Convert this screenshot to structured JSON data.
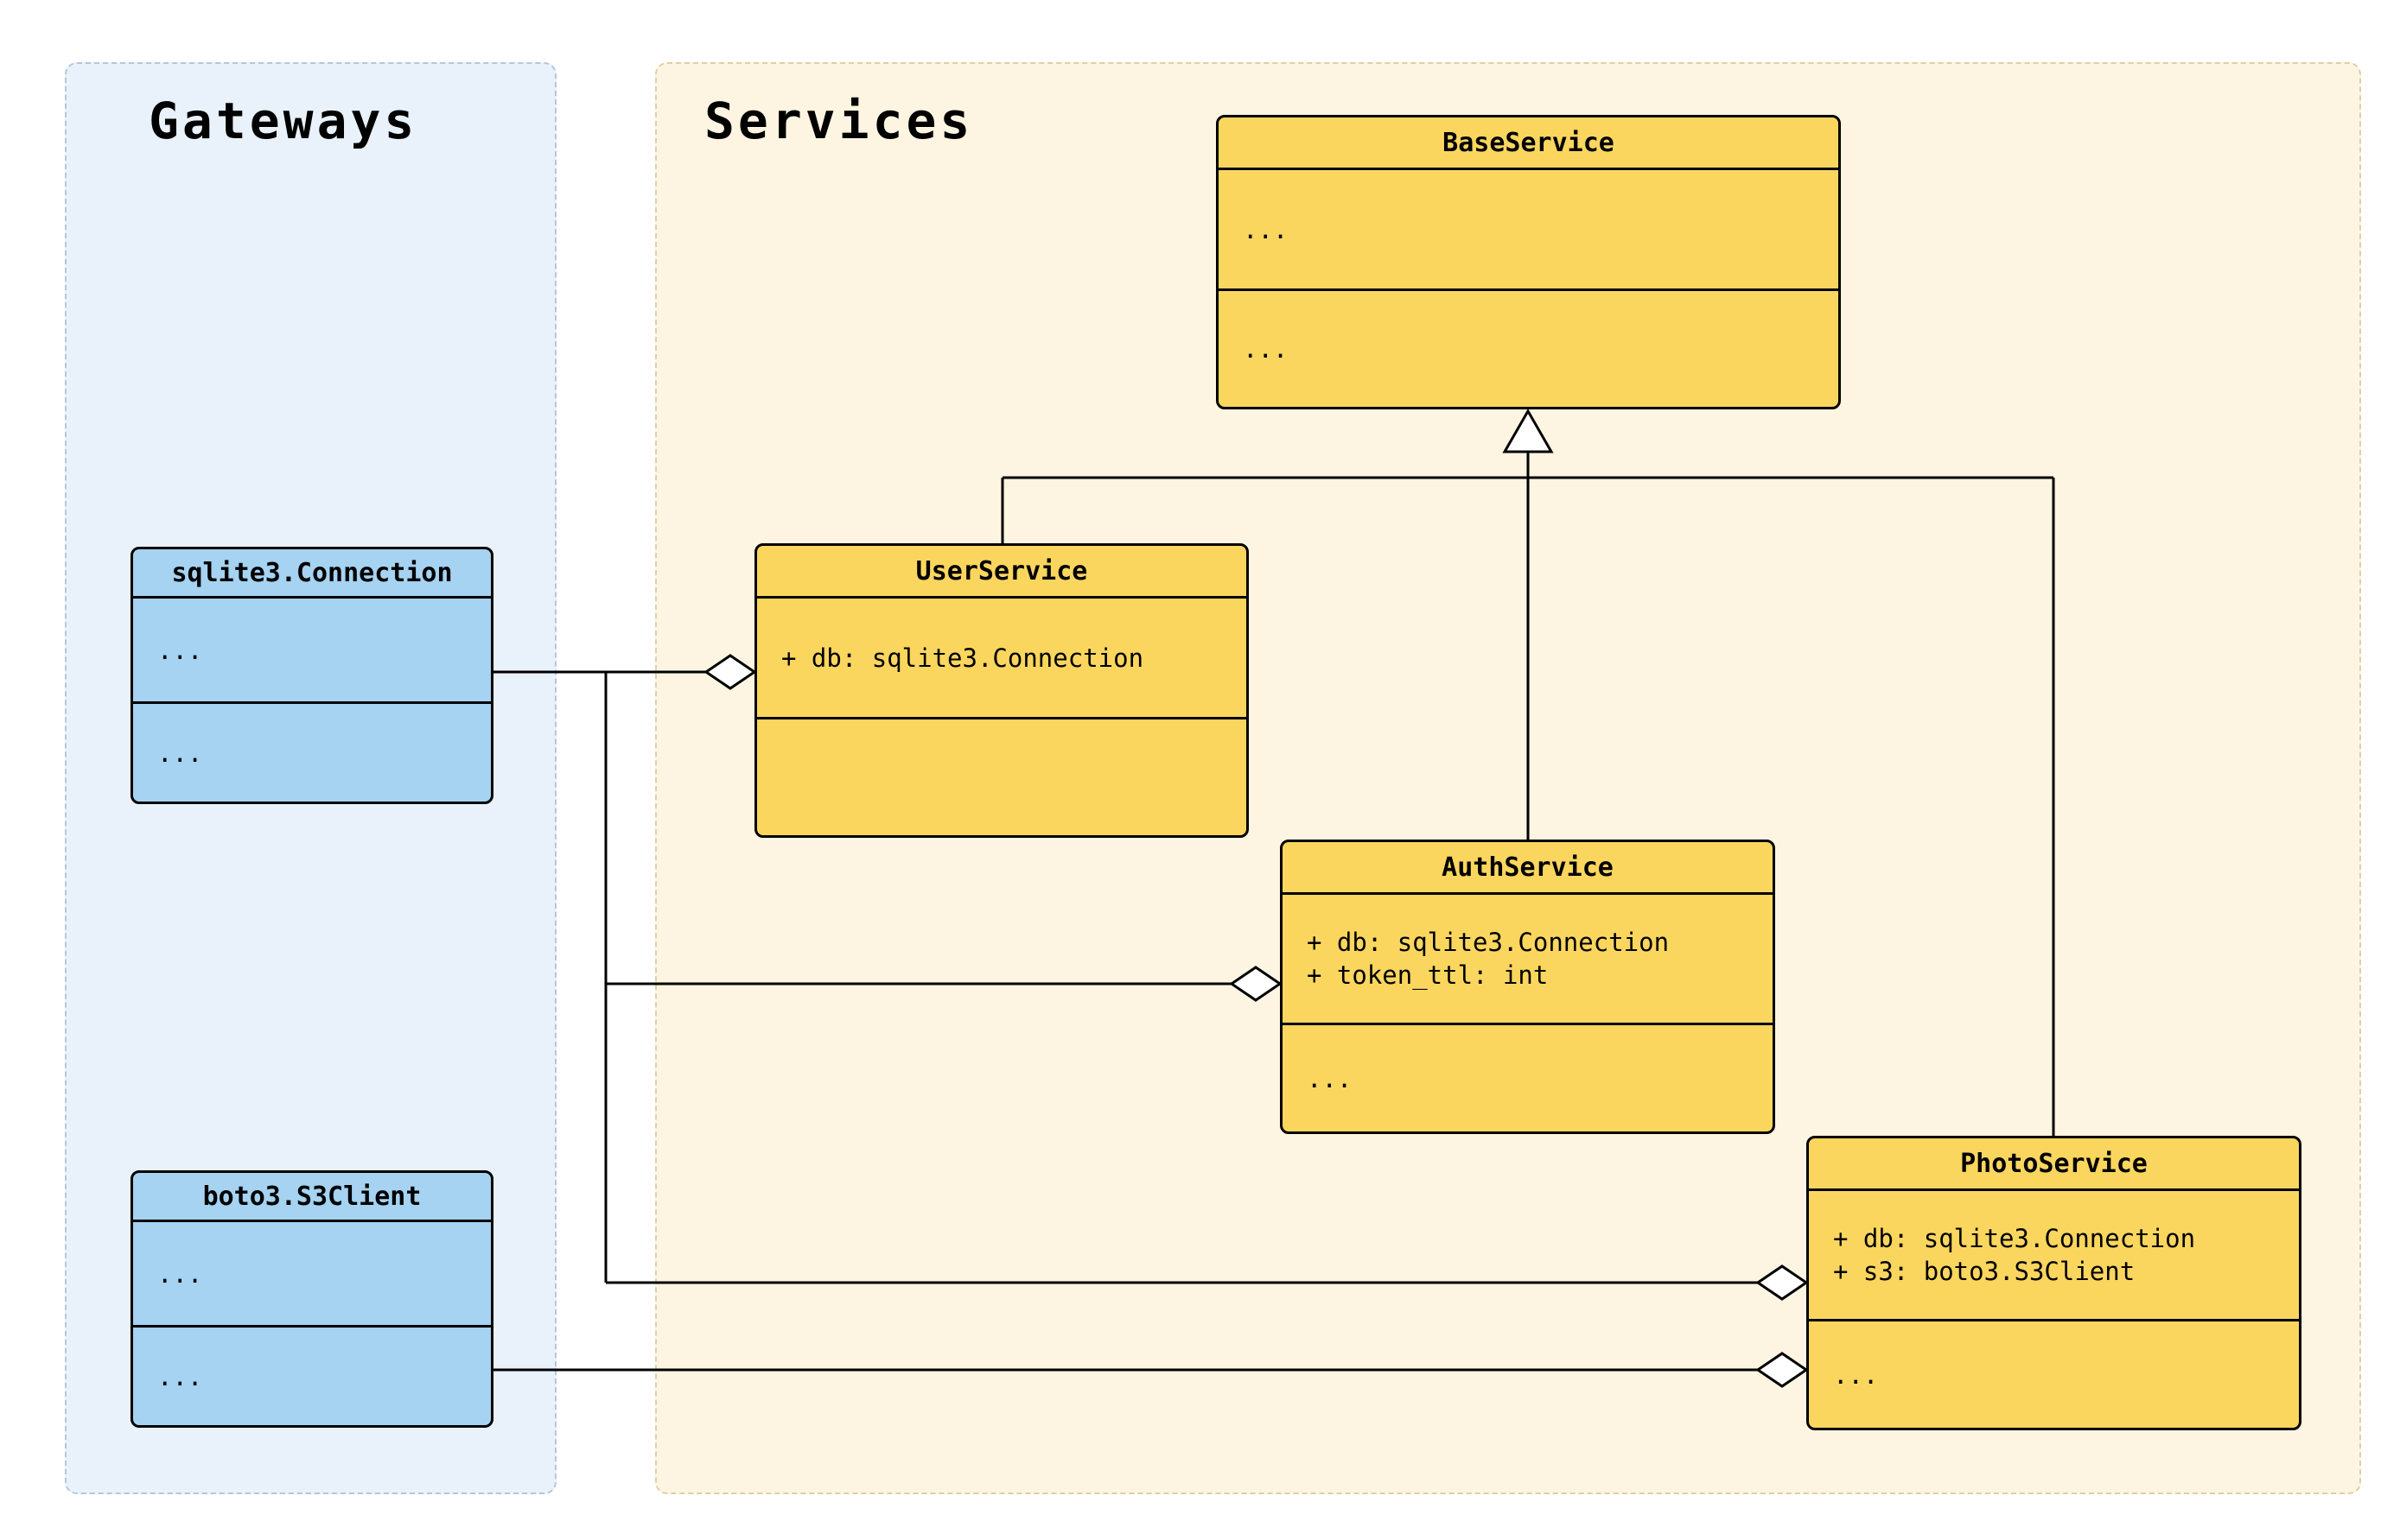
{
  "containers": {
    "gateways": {
      "title": "Gateways"
    },
    "services": {
      "title": "Services"
    }
  },
  "classes": {
    "sqlite_connection": {
      "name": "sqlite3.Connection",
      "attributes": [
        "..."
      ],
      "methods": [
        "..."
      ]
    },
    "boto3_s3client": {
      "name": "boto3.S3Client",
      "attributes": [
        "..."
      ],
      "methods": [
        "..."
      ]
    },
    "base_service": {
      "name": "BaseService",
      "attributes": [
        "..."
      ],
      "methods": [
        "..."
      ]
    },
    "user_service": {
      "name": "UserService",
      "attributes": [
        "+ db: sqlite3.Connection"
      ],
      "methods": []
    },
    "auth_service": {
      "name": "AuthService",
      "attributes": [
        "+ db: sqlite3.Connection",
        "+ token_ttl: int"
      ],
      "methods": [
        "..."
      ]
    },
    "photo_service": {
      "name": "PhotoService",
      "attributes": [
        "+ db: sqlite3.Connection",
        "+ s3: boto3.S3Client"
      ],
      "methods": [
        "..."
      ]
    }
  },
  "relationships": [
    {
      "type": "inheritance",
      "from": "UserService",
      "to": "BaseService"
    },
    {
      "type": "inheritance",
      "from": "AuthService",
      "to": "BaseService"
    },
    {
      "type": "inheritance",
      "from": "PhotoService",
      "to": "BaseService"
    },
    {
      "type": "aggregation",
      "from": "sqlite3.Connection",
      "to": "UserService"
    },
    {
      "type": "aggregation",
      "from": "sqlite3.Connection",
      "to": "AuthService"
    },
    {
      "type": "aggregation",
      "from": "sqlite3.Connection",
      "to": "PhotoService"
    },
    {
      "type": "aggregation",
      "from": "boto3.S3Client",
      "to": "PhotoService"
    }
  ],
  "colors": {
    "gateway_fill": "#a5d3f1",
    "service_fill": "#fbd65e",
    "gateways_bg": "#e9f1fb",
    "services_bg": "#fdf5e1",
    "gateways_border": "#b6c6da",
    "services_border": "#ddcfa8",
    "line_color": "#000000"
  }
}
